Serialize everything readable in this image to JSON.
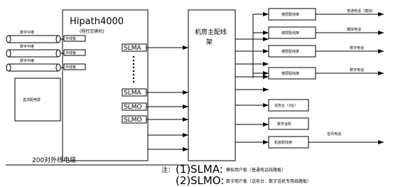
{
  "pbx": {
    "title": "Hipath4000",
    "subtitle": "(程控交换机)",
    "modules": [
      "SLMA",
      "SLMA",
      "SLMO",
      "SLMO"
    ],
    "trunk_port_label": "外线板"
  },
  "trunks": [
    "数字中继",
    "数字中继",
    "数字中继"
  ],
  "power": "直流配电屏",
  "mdf": "机房主配线架",
  "right_boxes": [
    "楼层配线架",
    "楼层配线架",
    "楼层配线架",
    "楼层配线架",
    "话务台（3台）",
    "数字话机",
    "机房配线架"
  ],
  "right_labels": [
    "普通电话（模拟）",
    "模拟电话",
    "数字电话",
    "数字电话",
    "",
    "",
    "音讯电话"
  ],
  "cable": "200对外线电缆",
  "note": {
    "prefix": "注：",
    "line1_num": "(1)",
    "line1_code": "SLMA:",
    "line1_text": "模拟用户板（普通电话线路板）",
    "line2_num": "(2)",
    "line2_code": "SLMO:",
    "line2_text": "数字用户板（话务台、数字话机专用线路板）"
  }
}
